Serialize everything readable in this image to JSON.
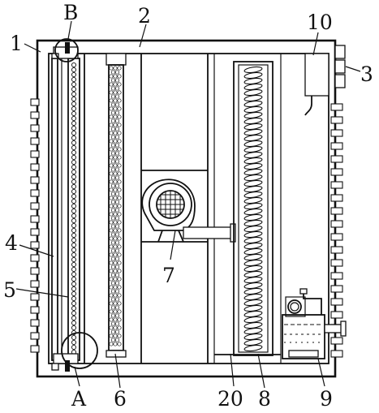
{
  "labels": {
    "l1": "1",
    "l2": "2",
    "l3": "3",
    "l4": "4",
    "l5": "5",
    "l6": "6",
    "l7": "7",
    "l8": "8",
    "l9": "9",
    "l10": "10",
    "l20": "20",
    "lA": "A",
    "lB": "B"
  }
}
